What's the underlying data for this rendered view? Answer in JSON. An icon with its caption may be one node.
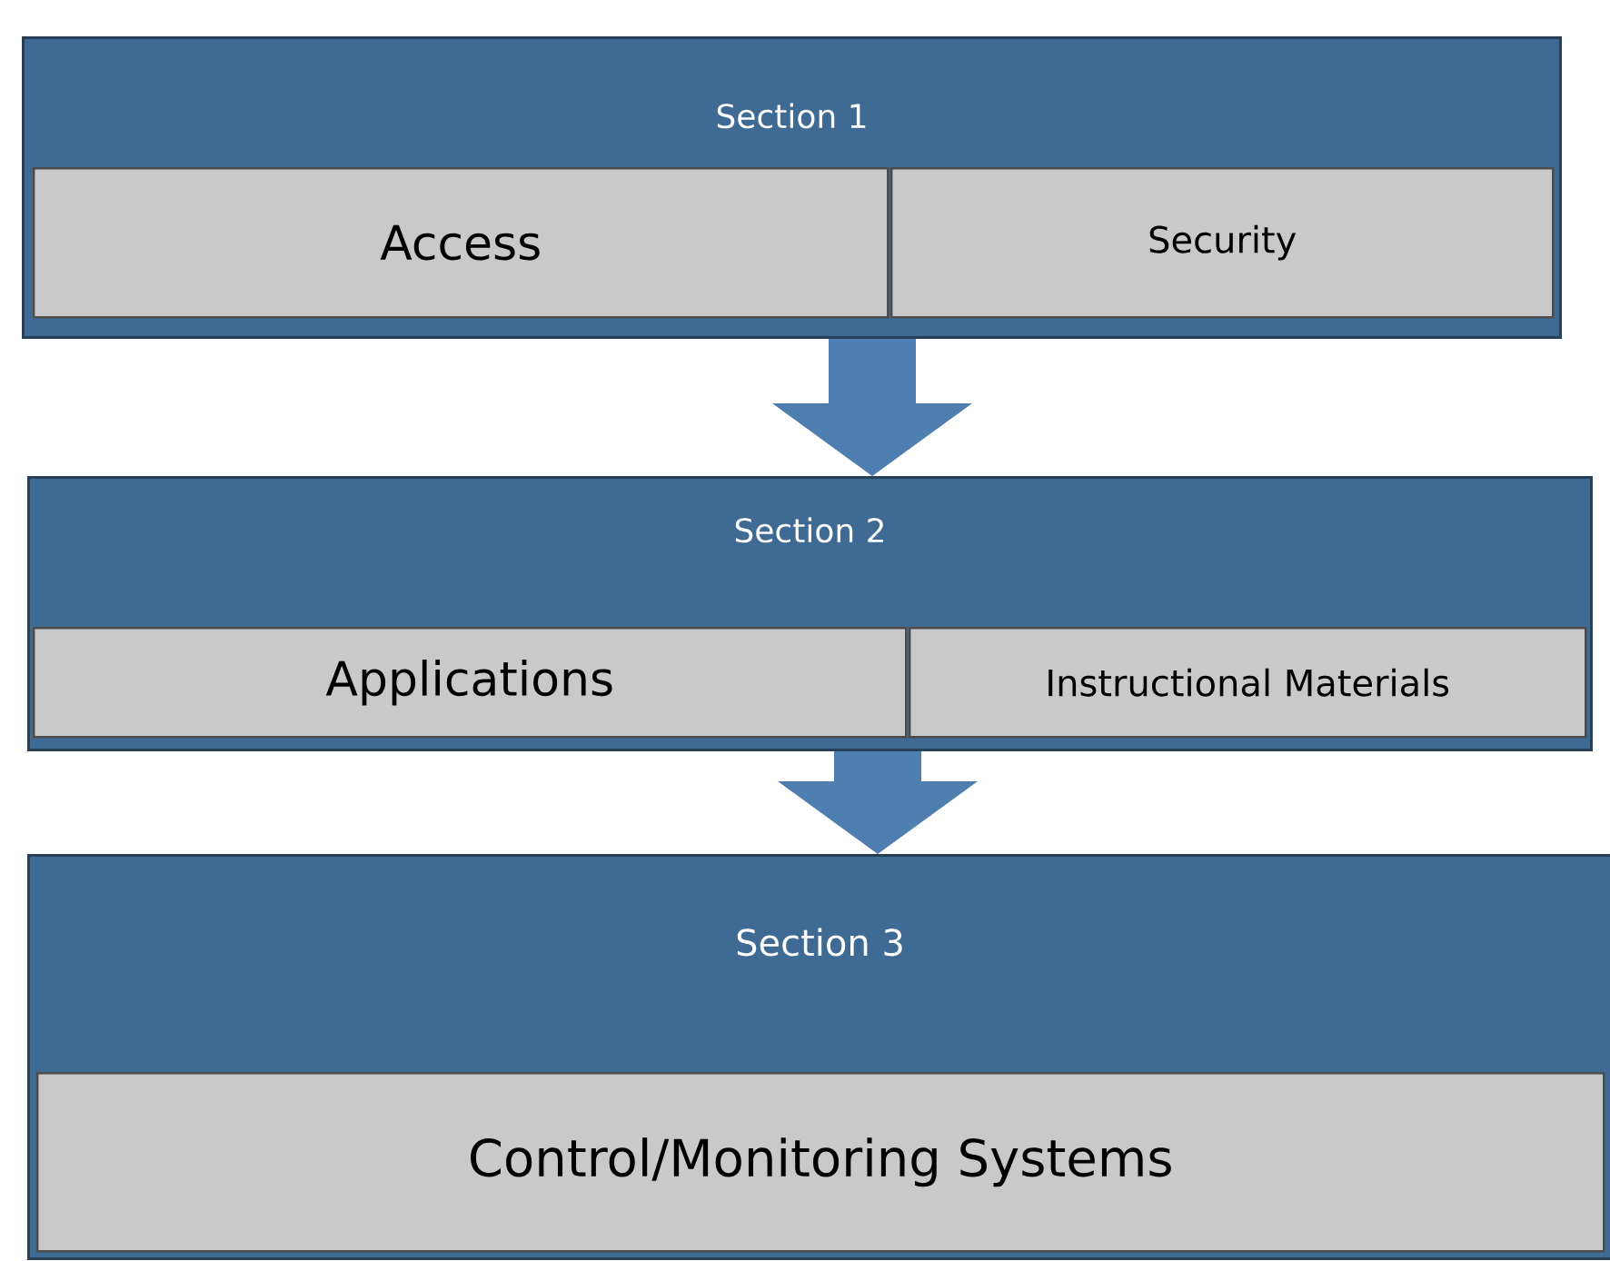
{
  "diagram": {
    "nodes": [
      {
        "text": [
          "Section 1"
        ]
      },
      {
        "text": [
          "Access"
        ],
        "in": 0
      },
      {
        "text": [
          "Security"
        ],
        "in": 0
      },
      {
        "text": [
          "Section 2"
        ]
      },
      {
        "text": [
          "Applications"
        ],
        "in": 3
      },
      {
        "text": [
          "Instructional Materials"
        ],
        "in": 3
      },
      {
        "text": [
          "Section 3"
        ]
      },
      {
        "text": [
          "Control/Monitoring Systems"
        ],
        "in": 6
      }
    ],
    "edges": [
      {
        "from": 0,
        "to": 3,
        "arrow": "to"
      },
      {
        "from": 3,
        "to": 6,
        "arrow": "to"
      }
    ]
  }
}
